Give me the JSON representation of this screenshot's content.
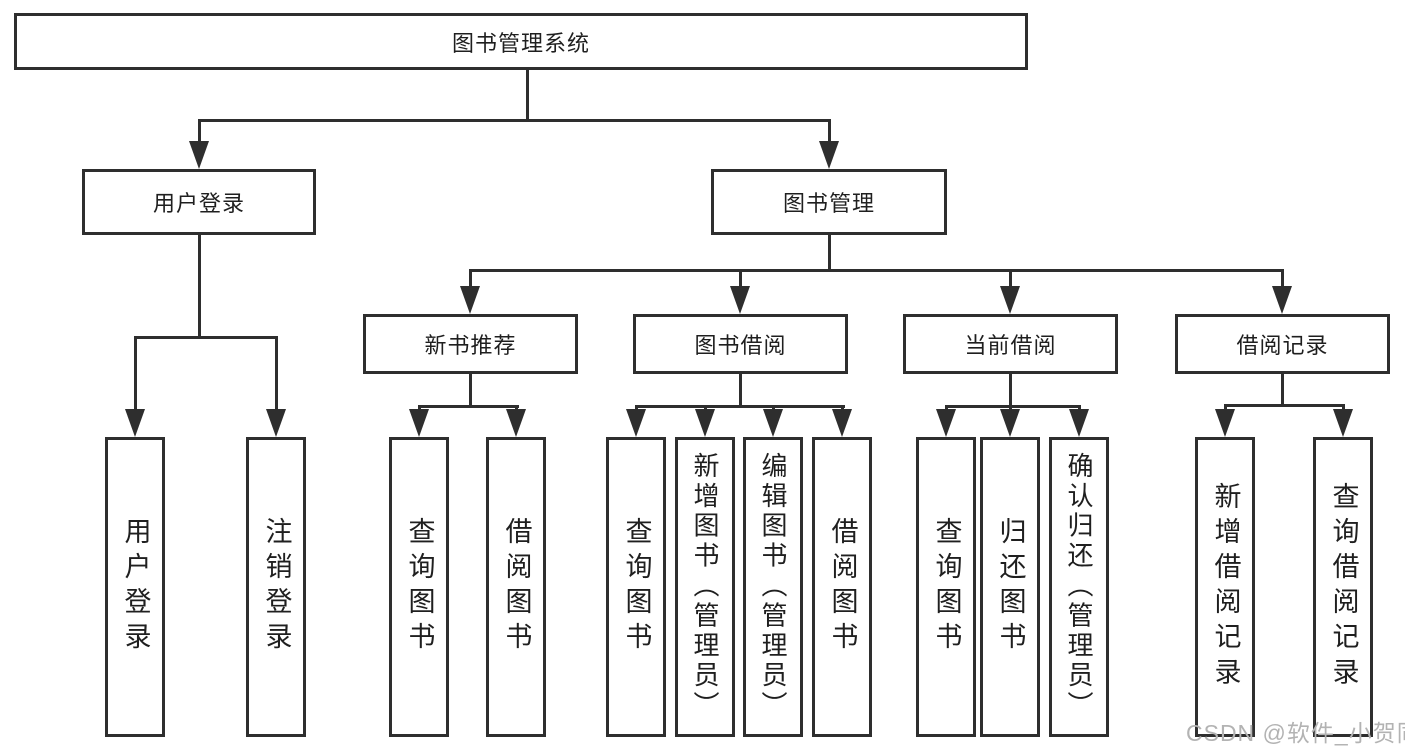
{
  "diagram": {
    "title": "图书管理系统",
    "branches": [
      {
        "label": "用户登录",
        "children": [
          {
            "label": "用户登录"
          },
          {
            "label": "注销登录"
          }
        ]
      },
      {
        "label": "图书管理",
        "children": [
          {
            "label": "新书推荐",
            "children": [
              {
                "label": "查询图书"
              },
              {
                "label": "借阅图书"
              }
            ]
          },
          {
            "label": "图书借阅",
            "children": [
              {
                "label": "查询图书"
              },
              {
                "label": "新增图书（管理员）"
              },
              {
                "label": "编辑图书（管理员）"
              },
              {
                "label": "借阅图书"
              }
            ]
          },
          {
            "label": "当前借阅",
            "children": [
              {
                "label": "查询图书"
              },
              {
                "label": "归还图书"
              },
              {
                "label": "确认归还（管理员）"
              }
            ]
          },
          {
            "label": "借阅记录",
            "children": [
              {
                "label": "新增借阅记录"
              },
              {
                "label": "查询借阅记录"
              }
            ]
          }
        ]
      }
    ]
  },
  "watermark": {
    "text": "CSDN @软件_小贺同学"
  },
  "colors": {
    "line": "#2e2e2e",
    "text": "#1f1f1f",
    "background": "#ffffff",
    "watermark": "#b3b3b3"
  }
}
